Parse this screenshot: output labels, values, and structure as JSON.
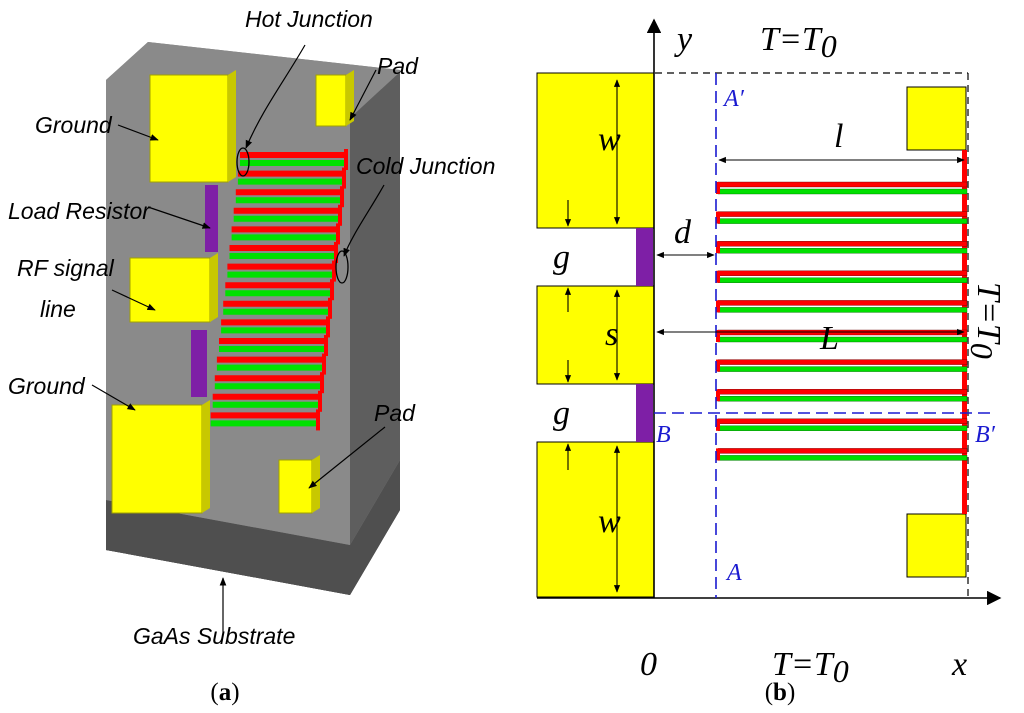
{
  "panel_a": {
    "caption_open": "(",
    "caption_letter": "a",
    "caption_close": ")",
    "labels": {
      "hot_junction": "Hot Junction",
      "pad_top": "Pad",
      "ground_top": "Ground",
      "cold_junction": "Cold Junction",
      "load_resistor": "Load Resistor",
      "rf_signal_line_1": "RF signal",
      "rf_signal_line_2": "line",
      "ground_bottom": "Ground",
      "pad_bottom": "Pad",
      "substrate": "GaAs Substrate"
    }
  },
  "panel_b": {
    "caption_open": "(",
    "caption_letter": "b",
    "caption_close": ")",
    "axis": {
      "y": "y",
      "x": "x",
      "origin": "0"
    },
    "boundary": {
      "top": "T=T",
      "bottom": "T=T",
      "right": "T=T",
      "sub": "0"
    },
    "dims": {
      "w_top": "w",
      "g_top": "g",
      "s": "s",
      "g_bottom": "g",
      "w_bottom": "w",
      "d": "d",
      "l": "l",
      "L": "L"
    },
    "points": {
      "a_prime": "A′",
      "a": "A",
      "b": "B",
      "b_prime": "B′"
    }
  },
  "colors": {
    "pad_yellow": "#ffff00",
    "substrate_gray": "#7f7f7f",
    "thermocouple_red": "#ff0000",
    "thermocouple_green": "#00e000",
    "resistor_purple": "#7e1fa6",
    "section_blue": "#1a1ad0"
  }
}
